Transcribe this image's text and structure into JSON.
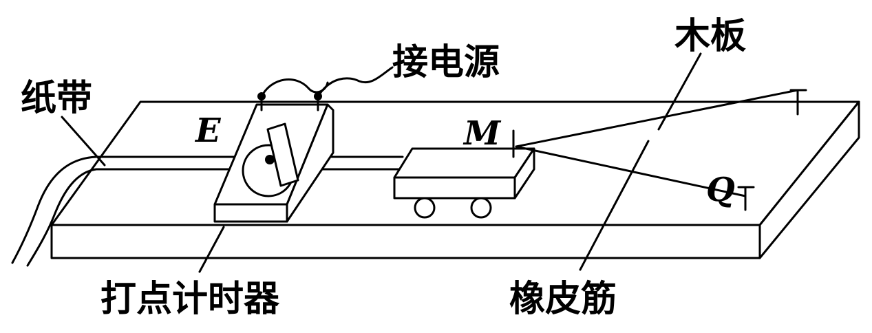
{
  "diagram": {
    "labels": {
      "paper_tape": "纸带",
      "power_supply": "接电源",
      "wood_board": "木板",
      "timer": "打点计时器",
      "rubber_band": "橡皮筋"
    },
    "points": {
      "e": "E",
      "m": "M",
      "q": "Q"
    },
    "icons": {
      "timer": "dot-timer-icon",
      "cart": "cart-icon",
      "nail": "nail-icon"
    }
  }
}
